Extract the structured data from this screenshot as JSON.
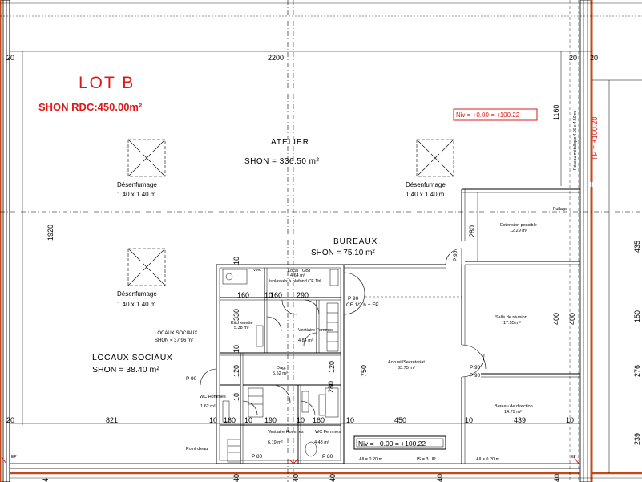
{
  "title": {
    "lot": "LOT B",
    "shon_rdc": "SHON RDC:450.00m²"
  },
  "level_labels": {
    "top": "Niv = +0.00 = +100.22",
    "bottom": "Niv = +0.00 = +100.22",
    "tp": "TP = +100.20",
    "reseau": "Réseau métallique 4.00 x 4.50 m"
  },
  "rooms": {
    "atelier": {
      "name": "ATELIER",
      "shon": "SHON = 336.50 m²"
    },
    "bureaux": {
      "name": "BUREAUX",
      "shon": "SHON = 75.10 m²"
    },
    "locaux_sociaux": {
      "name": "LOCAUX SOCIAUX",
      "shon": "SHON = 38.40 m²"
    },
    "locaux_sociaux_small": {
      "name": "LOCAUX SOCIAUX",
      "shon": "SHON = 37.96 m²"
    },
    "local_tgbt": {
      "name": "Local TGBT",
      "area": "4.64 m²",
      "note": "isolassés à plafond CF 1hl"
    },
    "kitchenette": {
      "name": "Kitchenette",
      "area": "5.38 m²"
    },
    "vestiaire_femmes": {
      "name": "Vestiaire Femmes",
      "area": "4.84 m²"
    },
    "degt": {
      "name": "Dagt",
      "area": "5.52 m²"
    },
    "wc_hommes": {
      "name": "WC Hommes",
      "area": "1.62 m²"
    },
    "vestiaire_hommes": {
      "name": "Vestiaire Hommes",
      "area": "6.19 m²"
    },
    "wc_femmes": {
      "name": "WC Femmes",
      "area": "4.48 m²"
    },
    "accueil": {
      "name": "Accueil/Secrétariat",
      "area": "33.75 m²"
    },
    "extension": {
      "name": "Extension possible",
      "area": "12.29 m²"
    },
    "salle_reunion": {
      "name": "Salle de réunion",
      "area": "17.55 m²"
    },
    "bureau_direction": {
      "name": "Bureau de direction",
      "area": "14.79 m²"
    }
  },
  "desenfumage": {
    "label": "Désenfumage",
    "size": "1.40  x  1.40  m"
  },
  "annotations": {
    "cf": "CF 1/2 h + FP",
    "point_eau": "Point d'eau",
    "all1": "All = 0.20 m",
    "all2": "All = 0.20 m",
    "is": "IS = 3 UP",
    "fullage": "Fullage",
    "p90": "P 90",
    "p80": "P 80",
    "vmc": "VMC",
    "ep": "EP"
  },
  "dimensions": {
    "top": [
      "20",
      "2200",
      "20",
      "20"
    ],
    "left": [
      "1920"
    ],
    "right": [
      "1160",
      "435",
      "150",
      "276",
      "239"
    ],
    "bottom": [
      "20",
      "821",
      "10",
      "160",
      "10",
      "190",
      "10",
      "160",
      "10",
      "450",
      "10",
      "439",
      "10"
    ],
    "inner": [
      "10",
      "160",
      "10",
      "290",
      "330",
      "10",
      "120",
      "10",
      "120",
      "160",
      "750",
      "400",
      "400",
      "280",
      "280",
      "40",
      "40",
      "40",
      "40",
      "40",
      "4"
    ]
  }
}
